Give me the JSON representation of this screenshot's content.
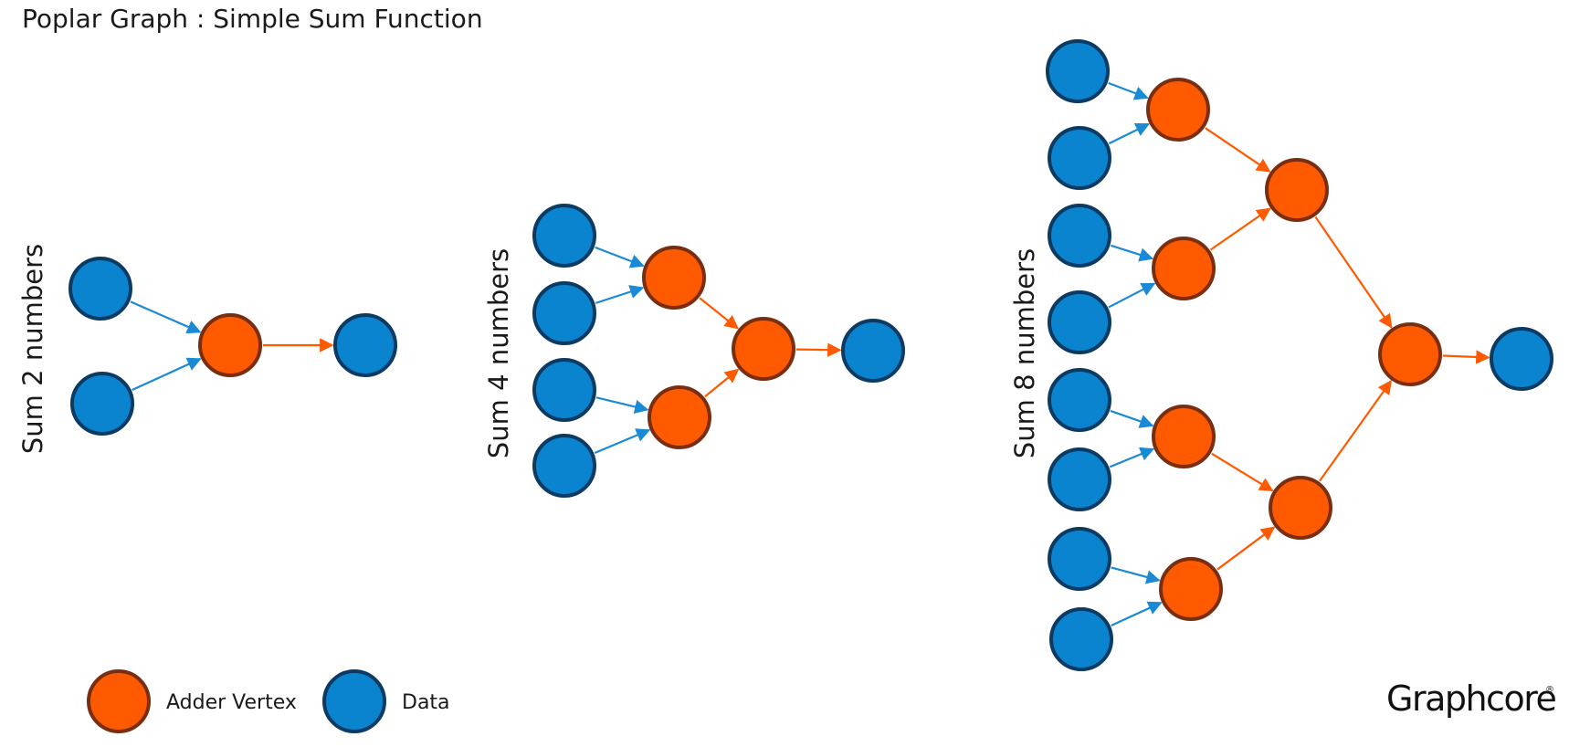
{
  "title": "Poplar Graph : Simple Sum Function",
  "colors": {
    "adder_fill": "#ff5a00",
    "adder_stroke": "#7a2e10",
    "data_fill": "#0a84cf",
    "data_stroke": "#0b3a63",
    "data_edge": "#1a8ad4",
    "adder_edge": "#ff5a00"
  },
  "panels": [
    {
      "label": "Sum 2 numbers"
    },
    {
      "label": "Sum 4 numbers"
    },
    {
      "label": "Sum 8 numbers"
    }
  ],
  "legend": {
    "adder_label": "Adder Vertex",
    "data_label": "Data"
  },
  "logo": "Graphcore",
  "logo_mark": "®"
}
